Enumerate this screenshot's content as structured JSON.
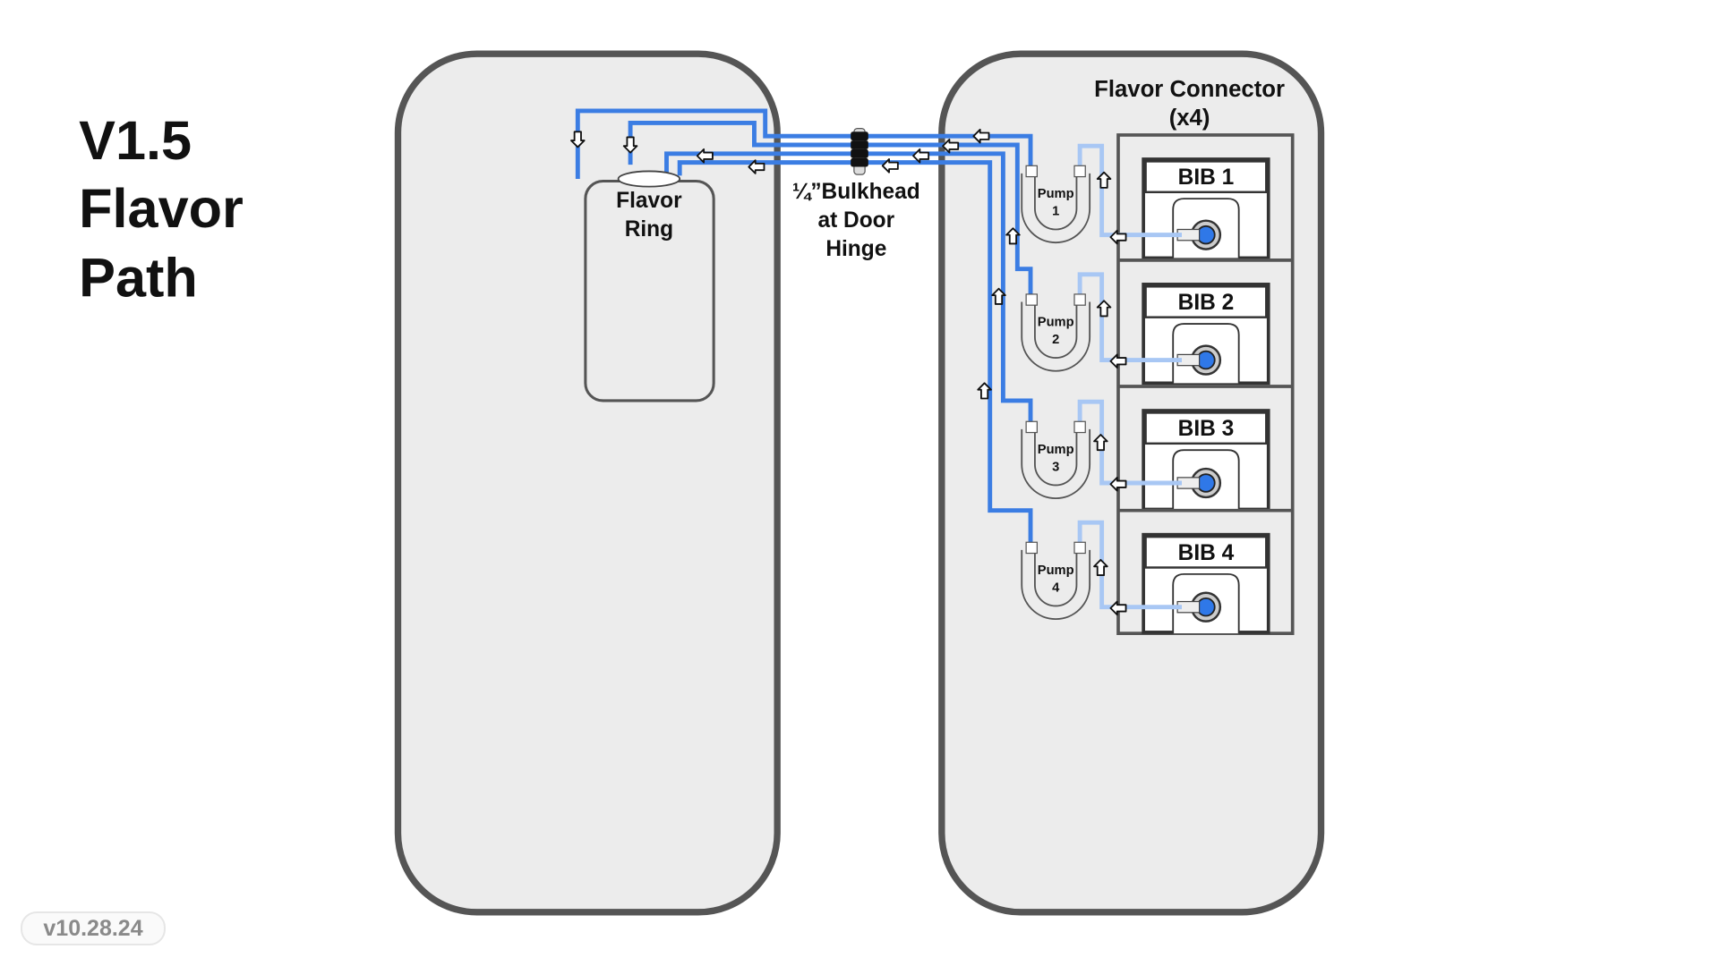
{
  "title": {
    "line1": "V1.5",
    "line2": "Flavor",
    "line3": "Path"
  },
  "flavor_ring": {
    "line1": "Flavor",
    "line2": "Ring"
  },
  "bulkhead": {
    "line1": "¼”Bulkhead",
    "line2": "at Door",
    "line3": "Hinge"
  },
  "connector": {
    "line1": "Flavor Connector",
    "line2": "(x4)"
  },
  "pumps": [
    {
      "name": "Pump",
      "number": "1"
    },
    {
      "name": "Pump",
      "number": "2"
    },
    {
      "name": "Pump",
      "number": "3"
    },
    {
      "name": "Pump",
      "number": "4"
    }
  ],
  "bibs": [
    "BIB 1",
    "BIB 2",
    "BIB 3",
    "BIB 4"
  ],
  "version": "v10.28.24",
  "colors": {
    "tube": "#3b7de3",
    "tube_light": "#a8c7f4",
    "panel": "#ececec",
    "outline": "#555555",
    "valve": "#2f78e8"
  }
}
